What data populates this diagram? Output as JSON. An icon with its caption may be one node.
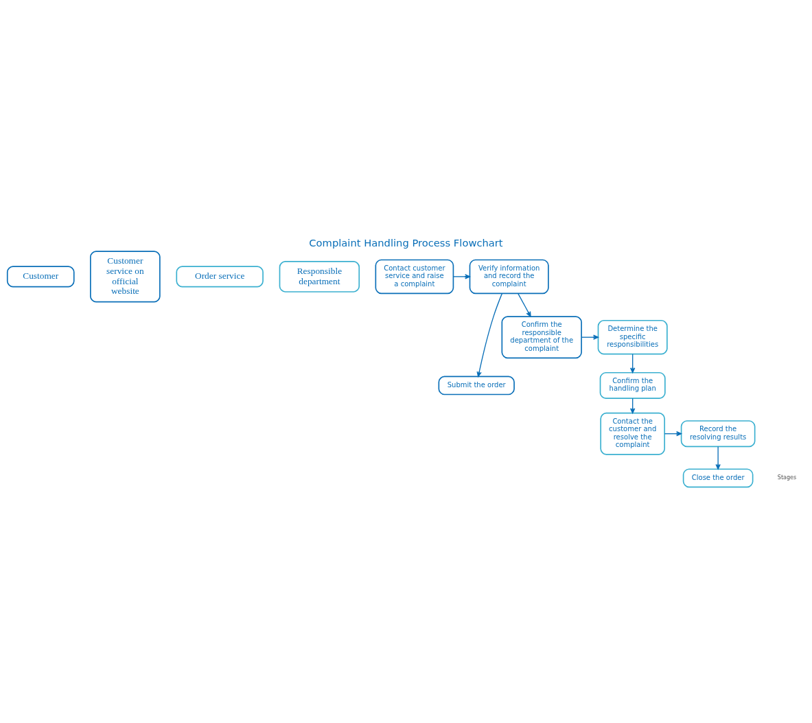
{
  "diagram": {
    "title": "Complaint Handling Process Flowchart",
    "nodes": [
      {
        "text": [
          "Customer"
        ]
      },
      {
        "text": [
          "Customer service on official website"
        ]
      },
      {
        "text": [
          "Order service"
        ]
      },
      {
        "text": [
          "Responsible department"
        ]
      },
      {
        "text": [
          "Contact customer service and raise a complaint"
        ]
      },
      {
        "text": [
          "Verify information and record the complaint"
        ]
      },
      {
        "text": [
          "Submit the order"
        ]
      },
      {
        "text": [
          "Confirm the responsible department of the complaint"
        ]
      },
      {
        "text": [
          "Determine the specific responsibilities"
        ]
      },
      {
        "text": [
          "Confirm the handling plan"
        ]
      },
      {
        "text": [
          "Record the resolving results"
        ]
      },
      {
        "text": [
          "Close the order"
        ]
      },
      {
        "text": [
          "Contact the customer and resolve the complaint"
        ]
      }
    ],
    "edges": [
      {
        "from": 4,
        "to": 5,
        "arrow": "to"
      },
      {
        "from": 5,
        "to": 6,
        "arrow": "to"
      },
      {
        "from": 5,
        "to": 7,
        "arrow": "to"
      },
      {
        "from": 7,
        "to": 8,
        "arrow": "to"
      },
      {
        "from": 8,
        "to": 9,
        "arrow": "to"
      },
      {
        "from": 9,
        "to": 12,
        "arrow": "to"
      },
      {
        "from": 12,
        "to": 10,
        "arrow": "to"
      },
      {
        "from": 10,
        "to": 11,
        "arrow": "to"
      }
    ],
    "labels": [
      "Stages"
    ]
  }
}
